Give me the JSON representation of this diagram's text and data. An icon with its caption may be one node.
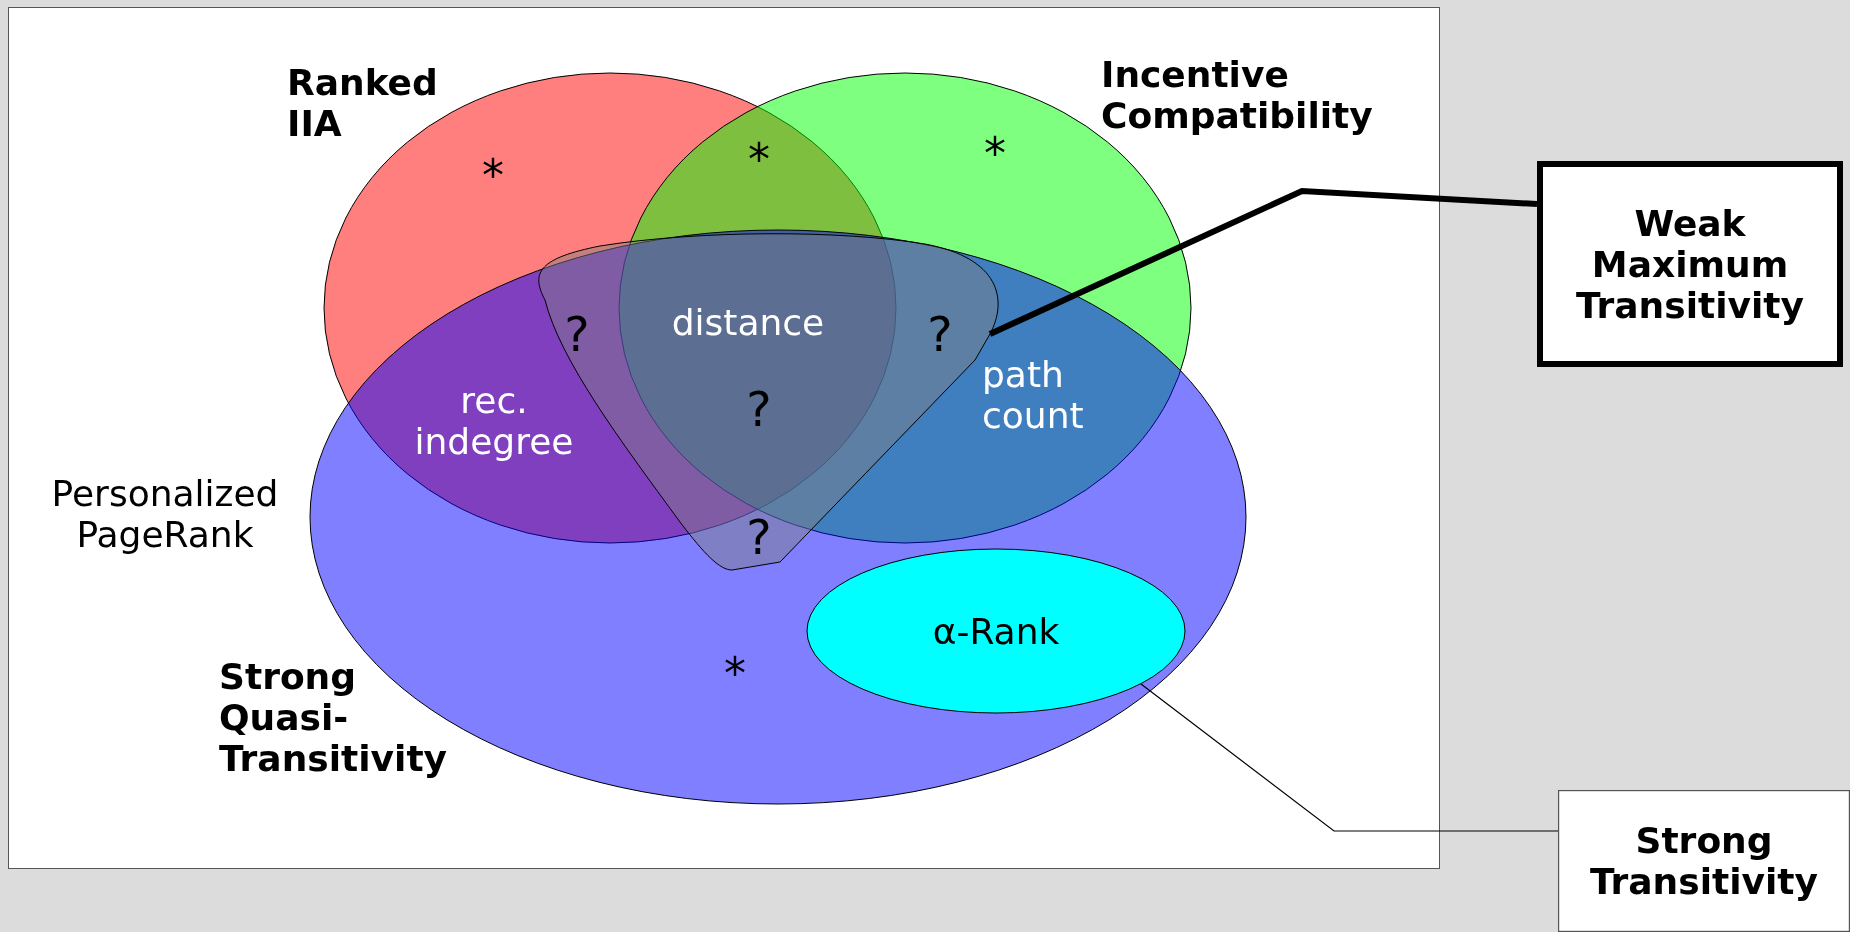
{
  "diagram": {
    "nodes": [
      {
        "text": [
          "Ranked IIA"
        ]
      },
      {
        "text": [
          "Incentive Compatibility"
        ]
      },
      {
        "text": [
          "Strong Quasi-Transitivity"
        ]
      },
      {
        "text": [
          "α-Rank"
        ],
        "in": 2
      },
      {
        "text": [],
        "shape": "triangle",
        "in": 2
      },
      {
        "text": [
          "Weak Maximum Transitivity"
        ]
      },
      {
        "text": [
          "Strong Transitivity"
        ]
      }
    ],
    "edges": [
      {
        "from": 5,
        "to": 4,
        "arrow": "none",
        "style": "thick"
      },
      {
        "from": 6,
        "to": 3,
        "arrow": "none"
      }
    ],
    "labels": [
      "*",
      "*",
      "*",
      "?",
      "distance",
      "?",
      "path count",
      "rec. indegree",
      "?",
      "Personalized PageRank",
      "?",
      "*"
    ]
  }
}
